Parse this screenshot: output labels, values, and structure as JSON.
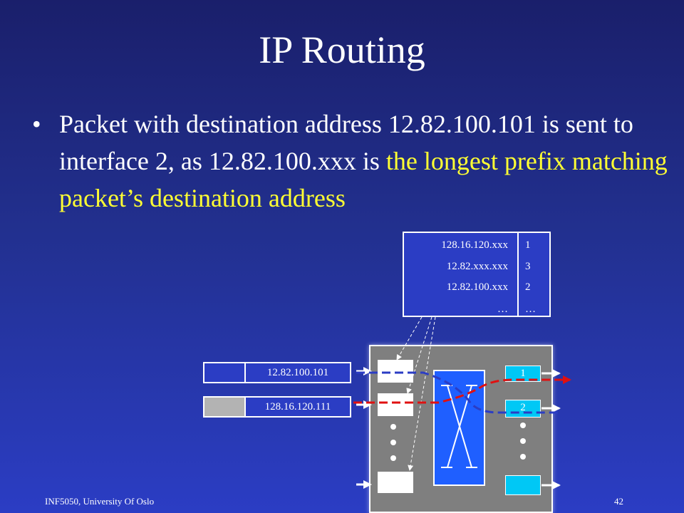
{
  "slide": {
    "title": "IP Routing",
    "bullet": {
      "dot": "•",
      "text_plain": "Packet with destination address 12.82.100.101 is sent to interface 2, as 12.82.100.xxx is ",
      "text_highlight": "the longest prefix matching packet’s destination address"
    }
  },
  "routing_table": {
    "rows": [
      {
        "prefix": "128.16.120.xxx",
        "interface": "1"
      },
      {
        "prefix": "12.82.xxx.xxx",
        "interface": "3"
      },
      {
        "prefix": "12.82.100.xxx",
        "interface": "2"
      },
      {
        "prefix": "…",
        "interface": "…"
      }
    ]
  },
  "packets": [
    {
      "address": "12.82.100.101",
      "header_color": "#2b3dc4"
    },
    {
      "address": "128.16.120.111",
      "header_color": "#b3b3b3"
    }
  ],
  "router": {
    "output_ports": [
      "1",
      "2",
      ""
    ]
  },
  "colors": {
    "highlight": "#ffff33",
    "path_blue": "#2b3dc4",
    "path_red": "#e01010",
    "port_cyan": "#00c8f5",
    "fabric_blue": "#1f5fff"
  },
  "footer": {
    "left": "INF5050, University Of Oslo",
    "page": "42"
  }
}
